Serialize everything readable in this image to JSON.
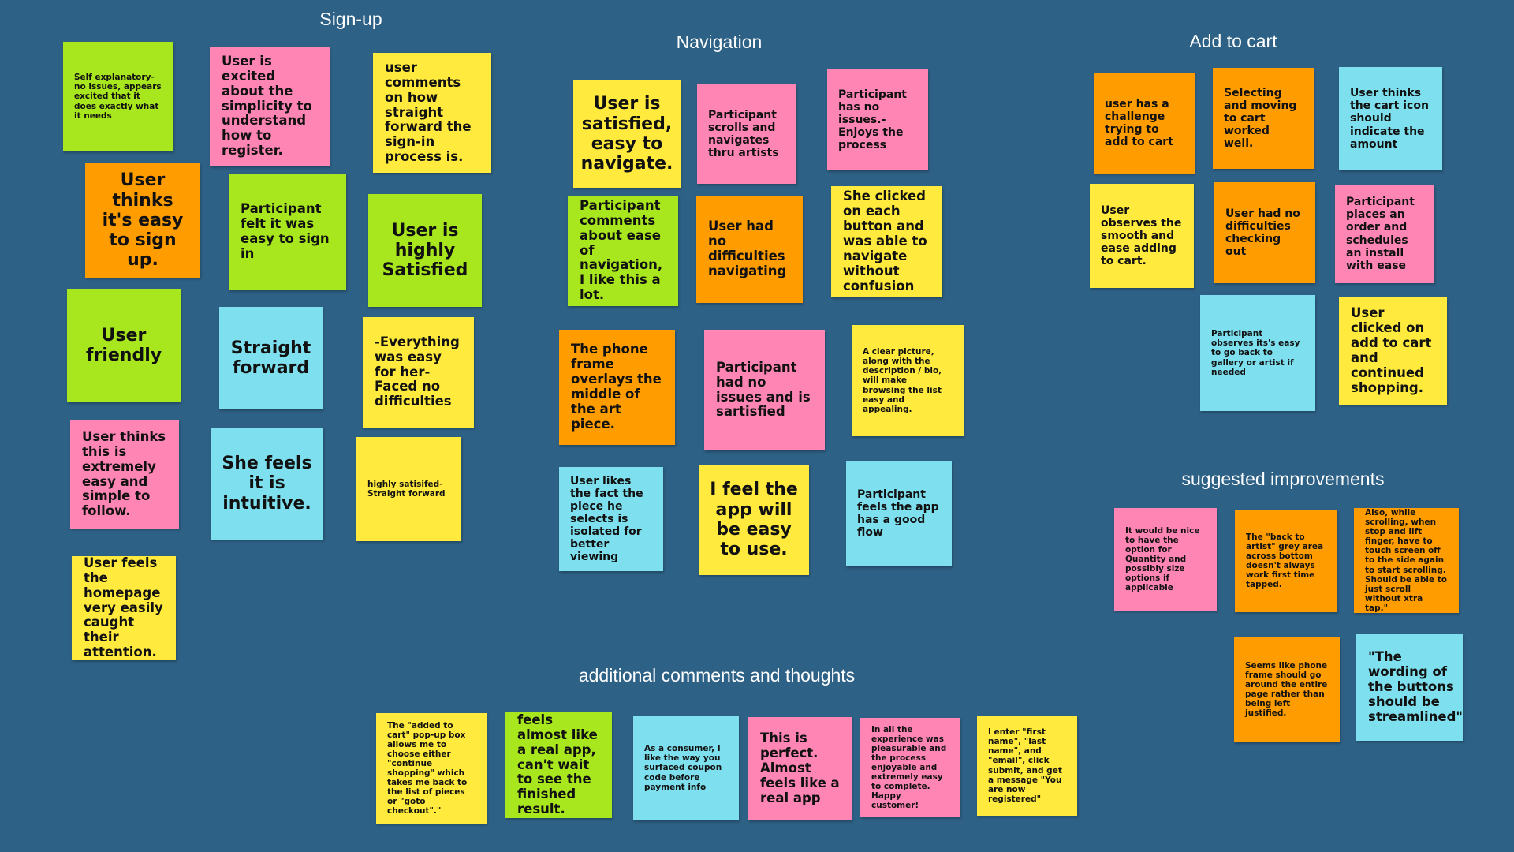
{
  "colors": {
    "background": "#2e6186",
    "green": "#a8e61d",
    "pink": "#ff86b4",
    "yellow": "#ffea3d",
    "orange": "#ff9d00",
    "cyan": "#7ee0ee"
  },
  "sections": {
    "signup": "Sign-up",
    "navigation": "Navigation",
    "add_to_cart": "Add to cart",
    "suggested_improvements": "suggested improvements",
    "additional_comments": "additional comments and thoughts"
  },
  "signup_notes": [
    {
      "text": "Self explanatory-no issues, appears excited that it does exactly what it needs",
      "color": "green"
    },
    {
      "text": "User is excited about the simplicity to understand how to register.",
      "color": "pink"
    },
    {
      "text": "user comments on how straight forward the sign-in process is.",
      "color": "yellow"
    },
    {
      "text": "User thinks it's easy to sign up.",
      "color": "orange"
    },
    {
      "text": "Participant felt it was easy to sign in",
      "color": "green"
    },
    {
      "text": "User is highly Satisfied",
      "color": "green"
    },
    {
      "text": "User friendly",
      "color": "green"
    },
    {
      "text": "Straight forward",
      "color": "cyan"
    },
    {
      "text": "-Everything was easy for her-Faced no difficulties",
      "color": "yellow"
    },
    {
      "text": "User thinks this is extremely easy and simple to follow.",
      "color": "pink"
    },
    {
      "text": "She feels it is intuitive.",
      "color": "cyan"
    },
    {
      "text": "highly satisifed-Straight forward",
      "color": "yellow"
    },
    {
      "text": "User  feels the homepage very easily caught their attention.",
      "color": "yellow"
    }
  ],
  "navigation_notes": [
    {
      "text": "User is satisfied, easy to navigate.",
      "color": "yellow"
    },
    {
      "text": "Participant scrolls and navigates thru artists",
      "color": "pink"
    },
    {
      "text": "Participant has no issues.-Enjoys the process",
      "color": "pink"
    },
    {
      "text": "Participant comments about ease of navigation, I like this a lot.",
      "color": "green"
    },
    {
      "text": "User had no difficulties navigating",
      "color": "orange"
    },
    {
      "text": "She clicked on each button and was able to navigate without confusion",
      "color": "yellow"
    },
    {
      "text": "The phone frame overlays the middle of the art piece.",
      "color": "orange"
    },
    {
      "text": "Participant had no issues and is sartisfied",
      "color": "pink"
    },
    {
      "text": "A clear picture, along with the description / bio, will make browsing the list easy and appealing.",
      "color": "yellow"
    },
    {
      "text": "User likes the fact the piece he selects is isolated for better viewing",
      "color": "cyan"
    },
    {
      "text": "I feel the app will be easy to use.",
      "color": "yellow"
    },
    {
      "text": "Participant feels the app has a good flow",
      "color": "cyan"
    }
  ],
  "cart_notes": [
    {
      "text": "user has a challenge trying to add to cart",
      "color": "orange"
    },
    {
      "text": "Selecting and moving to cart worked well.",
      "color": "orange"
    },
    {
      "text": "User thinks the cart icon should indicate the amount",
      "color": "cyan"
    },
    {
      "text": "User observes the smooth and ease adding to cart.",
      "color": "yellow"
    },
    {
      "text": "User had no difficulties checking out",
      "color": "orange"
    },
    {
      "text": "Participant places an order and schedules an install with ease",
      "color": "pink"
    },
    {
      "text": "Participant observes its's easy to go back to gallery or artist if needed",
      "color": "cyan"
    },
    {
      "text": "User clicked on add to cart and continued shopping.",
      "color": "yellow"
    }
  ],
  "improvement_notes": [
    {
      "text": "It would be nice to have the option for Quantity and possibly size options if applicable",
      "color": "pink"
    },
    {
      "text": "The \"back to artist\" grey area across bottom doesn't always work first time tapped.",
      "color": "orange"
    },
    {
      "text": "Also, while scrolling, when stop and lift finger, have to touch screen off to the side again to start scrolling. Should be able to just scroll without xtra tap.\"",
      "color": "orange"
    },
    {
      "text": "Seems like phone frame should go around the entire page rather than being left justified.",
      "color": "orange"
    },
    {
      "text": "\"The wording of the buttons should be streamlined\"",
      "color": "cyan"
    }
  ],
  "comment_notes": [
    {
      "text": "The \"added to cart\" pop-up box allows me to choose either \"continue shopping\" which takes me back to the list of pieces or \"goto checkout\".\"",
      "color": "yellow"
    },
    {
      "text": "feels almost like a real app, can't wait to see the finished result.",
      "color": "green"
    },
    {
      "text": "As a consumer, I like the way you surfaced coupon code before payment info",
      "color": "cyan"
    },
    {
      "text": "This is perfect. Almost feels like a real app",
      "color": "pink"
    },
    {
      "text": "In all the experience was pleasurable and the process enjoyable and extremely easy to complete. Happy customer!",
      "color": "pink"
    },
    {
      "text": "I enter \"first name\", \"last name\", and \"email\", click submit, and get a message \"You are now registered\"",
      "color": "yellow"
    }
  ]
}
